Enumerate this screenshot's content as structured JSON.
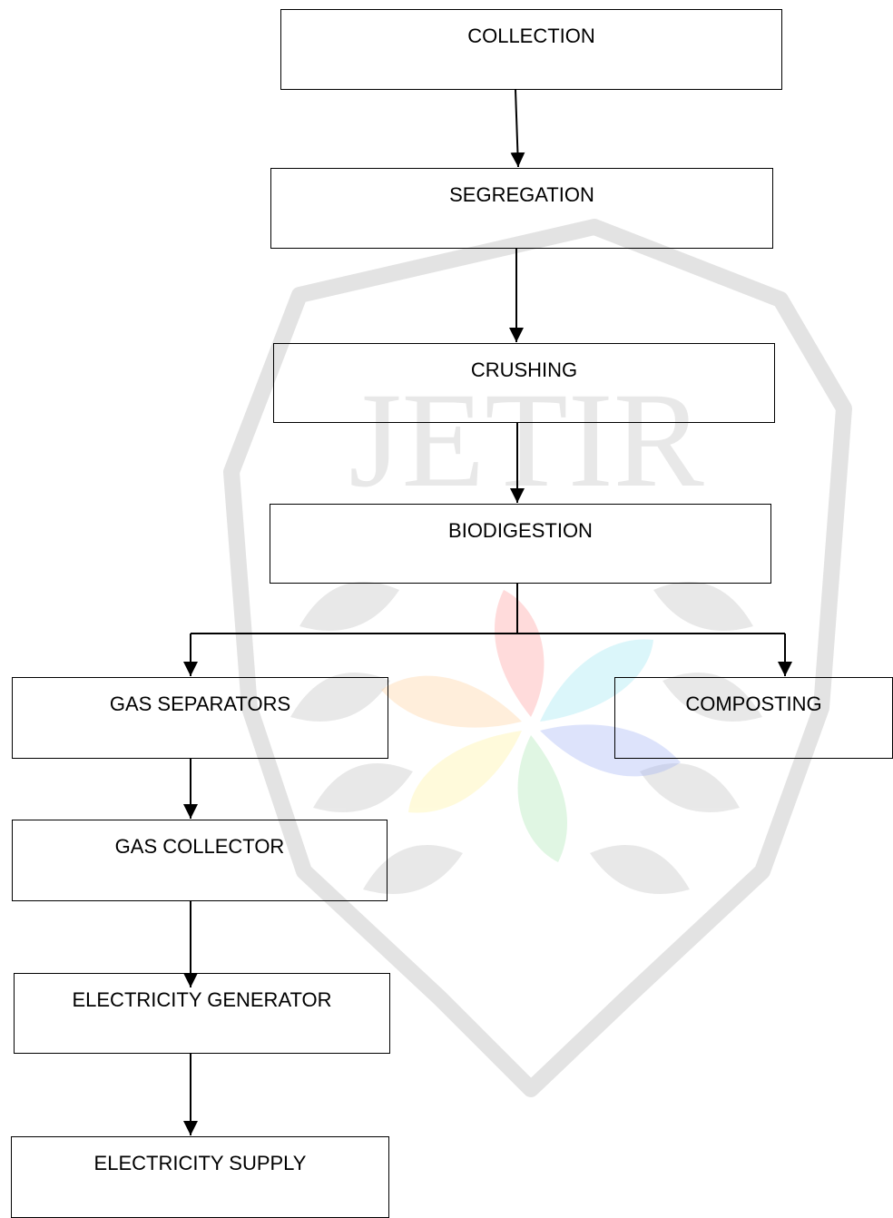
{
  "watermark": {
    "text": "JETIR",
    "shield_color": "#9a9a9a",
    "petal_colors": [
      "#ff9999",
      "#99e6f2",
      "#9fb0f5",
      "#a8e8b0",
      "#fff39a",
      "#ffcf99"
    ]
  },
  "steps": {
    "collection": "COLLECTION",
    "segregation": "SEGREGATION",
    "crushing": "CRUSHING",
    "biodigestion": "BIODIGESTION",
    "gas_separators": "GAS SEPARATORS",
    "composting": "COMPOSTING",
    "gas_collector": "GAS COLLECTOR",
    "electricity_generator": "ELECTRICITY GENERATOR",
    "electricity_supply": "ELECTRICITY SUPPLY"
  }
}
